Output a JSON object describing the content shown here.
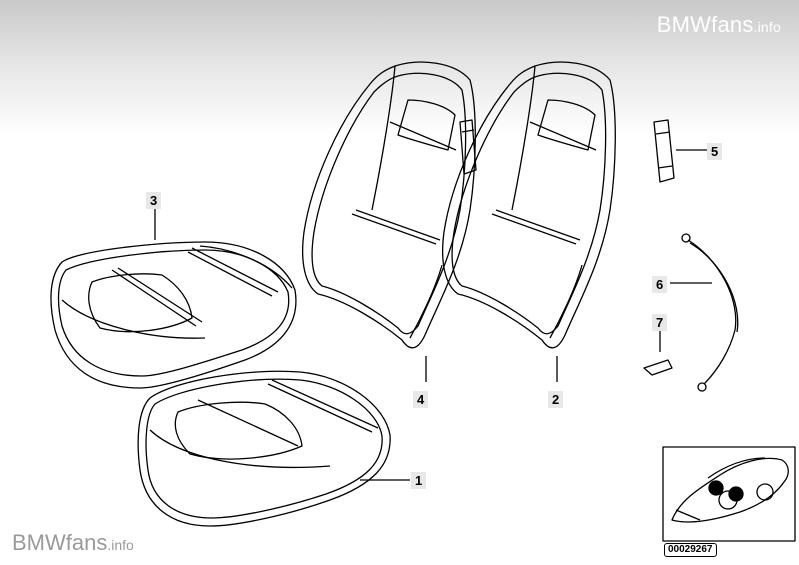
{
  "watermark_top": {
    "brand": "BMWfans",
    "suffix": ".info"
  },
  "watermark_bottom": {
    "brand": "BMWfans",
    "suffix": ".info"
  },
  "callouts": {
    "c1": "1",
    "c2": "2",
    "c3": "3",
    "c4": "4",
    "c5": "5",
    "c6": "6",
    "c7": "7"
  },
  "part_number": "00029267"
}
